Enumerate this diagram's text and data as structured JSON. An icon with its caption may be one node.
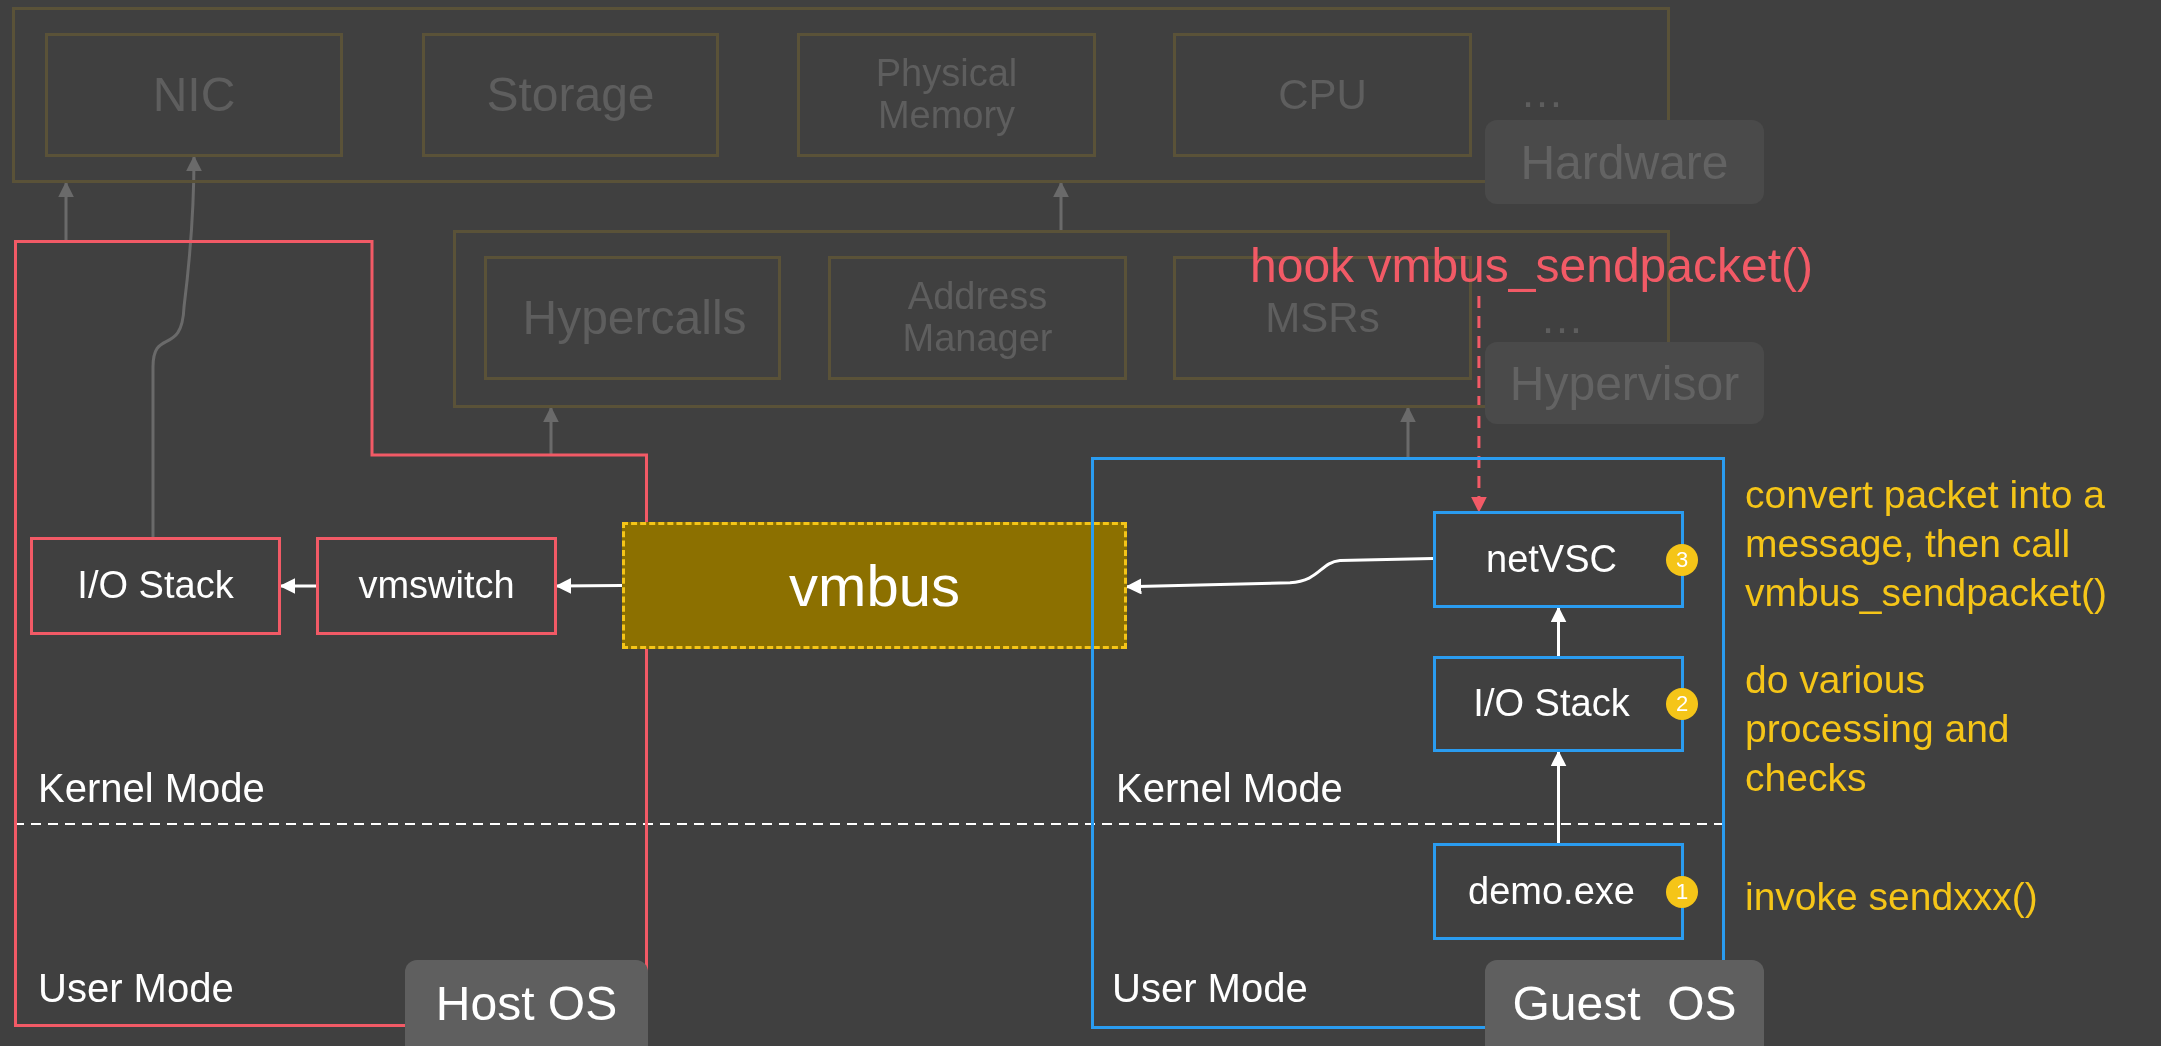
{
  "diagram": {
    "nodes": [
      {
        "text": [
          "Hardware"
        ]
      },
      {
        "text": [
          "NIC"
        ],
        "in": 0
      },
      {
        "text": [
          "Storage"
        ],
        "in": 0
      },
      {
        "text": [
          "Physical Memory"
        ],
        "in": 0
      },
      {
        "text": [
          "CPU"
        ],
        "in": 0
      },
      {
        "text": [
          "Hypervisor"
        ]
      },
      {
        "text": [
          "Hypercalls"
        ],
        "in": 5
      },
      {
        "text": [
          "Address Manager"
        ],
        "in": 5
      },
      {
        "text": [
          "MSRs"
        ],
        "in": 5
      },
      {
        "text": [
          "Host OS"
        ]
      },
      {
        "text": [
          "I/O Stack"
        ],
        "in": 9
      },
      {
        "text": [
          "vmswitch"
        ],
        "in": 9
      },
      {
        "text": [
          "vmbus"
        ]
      },
      {
        "text": [
          "Guest  OS"
        ]
      },
      {
        "text": [
          "netVSC",
          "3"
        ],
        "in": 13,
        "beside": [
          "convert packet into a message, then call vmbus_sendpacket()"
        ]
      },
      {
        "text": [
          "I/O Stack",
          "2"
        ],
        "in": 13,
        "beside": [
          "do various processing and checks"
        ]
      },
      {
        "text": [
          "demo.exe",
          "1"
        ],
        "in": 13,
        "beside": [
          "invoke sendxxx()"
        ]
      },
      {
        "text": [
          "hook vmbus_sendpacket()"
        ]
      }
    ],
    "edges": [
      {
        "from": 9,
        "to": 0,
        "arrow": "to",
        "color": "#6a6a6a"
      },
      {
        "from": 10,
        "to": 1,
        "arrow": "to",
        "color": "#6a6a6a"
      },
      {
        "from": 5,
        "to": 0,
        "arrow": "to",
        "color": "#6a6a6a"
      },
      {
        "from": 9,
        "to": 5,
        "arrow": "to",
        "color": "#6a6a6a"
      },
      {
        "from": 13,
        "to": 5,
        "arrow": "to",
        "color": "#6a6a6a"
      },
      {
        "from": 11,
        "to": 10,
        "arrow": "to",
        "color": "#ffffff"
      },
      {
        "from": 12,
        "to": 11,
        "arrow": "to",
        "color": "#ffffff"
      },
      {
        "from": 14,
        "to": 12,
        "arrow": "to",
        "color": "#ffffff"
      },
      {
        "from": 15,
        "to": 14,
        "arrow": "to",
        "color": "#ffffff"
      },
      {
        "from": 16,
        "to": 15,
        "arrow": "to",
        "color": "#ffffff"
      },
      {
        "from": 17,
        "to": 14,
        "arrow": "to",
        "style": "dashed",
        "color": "#f25a66"
      }
    ],
    "labels": [
      "…",
      "…",
      "Kernel Mode",
      "Kernel Mode",
      "User Mode",
      "User Mode"
    ]
  }
}
